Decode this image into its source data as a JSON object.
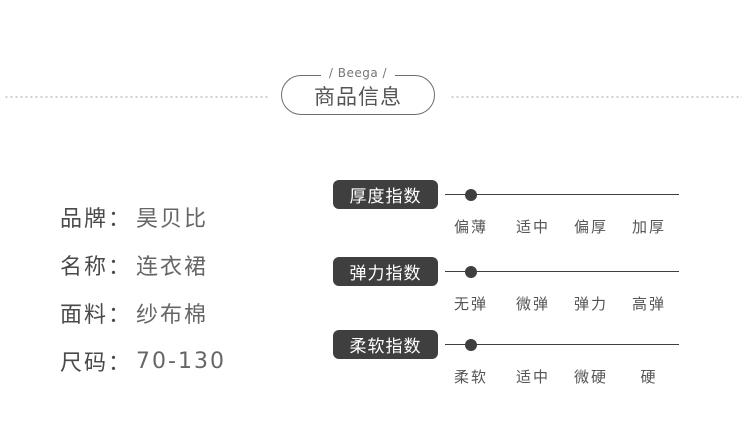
{
  "header": {
    "subtitle": "/ Beega /",
    "title": "商品信息"
  },
  "info": [
    {
      "label": "品牌：",
      "value": "昊贝比"
    },
    {
      "label": "名称：",
      "value": "连衣裙"
    },
    {
      "label": "面料：",
      "value": "纱布棉"
    },
    {
      "label": "尺码：",
      "value": "70-130"
    }
  ],
  "indices": [
    {
      "label": "厚度指数",
      "options": [
        "偏薄",
        "适中",
        "偏厚",
        "加厚"
      ],
      "selected_index": 0
    },
    {
      "label": "弹力指数",
      "options": [
        "无弹",
        "微弹",
        "弹力",
        "高弹"
      ],
      "selected_index": 0
    },
    {
      "label": "柔软指数",
      "options": [
        "柔软",
        "适中",
        "微硬",
        "硬"
      ],
      "selected_index": 0
    }
  ],
  "colors": {
    "accent": "#3f3f3f",
    "text": "#555555",
    "background": "#ffffff"
  }
}
